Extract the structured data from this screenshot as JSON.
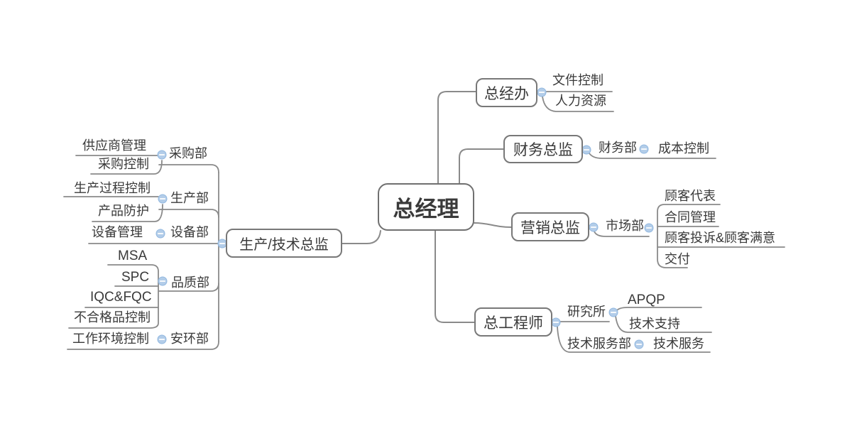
{
  "diagram": {
    "type": "mindmap-org-chart",
    "root": {
      "label": "总经理"
    },
    "right": [
      {
        "label": "总经办",
        "children": [
          {
            "label": "文件控制"
          },
          {
            "label": "人力资源"
          }
        ]
      },
      {
        "label": "财务总监",
        "children": [
          {
            "label": "财务部",
            "children": [
              {
                "label": "成本控制"
              }
            ]
          }
        ]
      },
      {
        "label": "营销总监",
        "children": [
          {
            "label": "市场部",
            "children": [
              {
                "label": "顾客代表"
              },
              {
                "label": "合同管理"
              },
              {
                "label": "顾客投诉&顾客满意"
              },
              {
                "label": "交付"
              }
            ]
          }
        ]
      },
      {
        "label": "总工程师",
        "children": [
          {
            "label": "研究所",
            "children": [
              {
                "label": "APQP"
              },
              {
                "label": "技术支持"
              }
            ]
          },
          {
            "label": "技术服务部",
            "children": [
              {
                "label": "技术服务"
              }
            ]
          }
        ]
      }
    ],
    "left": [
      {
        "label": "生产/技术总监",
        "children": [
          {
            "label": "采购部",
            "children": [
              {
                "label": "供应商管理"
              },
              {
                "label": "采购控制"
              }
            ]
          },
          {
            "label": "生产部",
            "children": [
              {
                "label": "生产过程控制"
              },
              {
                "label": "产品防护"
              }
            ]
          },
          {
            "label": "设备部",
            "children": [
              {
                "label": "设备管理"
              }
            ]
          },
          {
            "label": "品质部",
            "children": [
              {
                "label": "MSA"
              },
              {
                "label": "SPC"
              },
              {
                "label": "IQC&FQC"
              },
              {
                "label": "不合格品控制"
              }
            ]
          },
          {
            "label": "安环部",
            "children": [
              {
                "label": "工作环境控制"
              }
            ]
          }
        ]
      }
    ],
    "colors": {
      "line": "#8a8a8a",
      "node_border": "#787878",
      "text": "#3a3a3a",
      "collapse_fill": "#b3cde9",
      "collapse_border": "#92b8e0",
      "background": "#ffffff"
    }
  }
}
